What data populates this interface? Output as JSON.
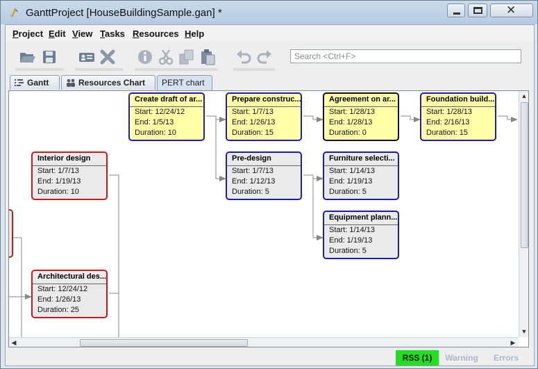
{
  "window": {
    "title": "GanttProject [HouseBuildingSample.gan] *"
  },
  "menubar": [
    {
      "mnemonic": "P",
      "rest": "roject"
    },
    {
      "mnemonic": "E",
      "rest": "dit"
    },
    {
      "mnemonic": "V",
      "rest": "iew"
    },
    {
      "mnemonic": "T",
      "rest": "asks"
    },
    {
      "mnemonic": "R",
      "rest": "esources"
    },
    {
      "mnemonic": "H",
      "rest": "elp"
    }
  ],
  "toolbar": {
    "icons": [
      "open-icon",
      "save-icon",
      "new-resource-icon",
      "delete-icon",
      "properties-icon",
      "cut-icon",
      "copy-icon",
      "paste-icon",
      "undo-icon",
      "redo-icon"
    ],
    "search_placeholder": "Search <Ctrl+F>"
  },
  "tabs": [
    {
      "label": "Gantt"
    },
    {
      "label": "Resources Chart"
    },
    {
      "label": "PERT chart"
    }
  ],
  "pert": {
    "nodes": [
      {
        "name": "Create draft of ar...",
        "start": "Start: 12/24/12",
        "end": "End: 1/5/13",
        "duration": "Duration: 10"
      },
      {
        "name": "Prepare construc...",
        "start": "Start: 1/7/13",
        "end": "End: 1/26/13",
        "duration": "Duration: 15"
      },
      {
        "name": "Agreement on ar...",
        "start": "Start: 1/28/13",
        "end": "End: 1/28/13",
        "duration": "Duration: 0"
      },
      {
        "name": "Foundation build...",
        "start": "Start: 1/28/13",
        "end": "End: 2/16/13",
        "duration": "Duration: 15"
      },
      {
        "name": "Pre-design",
        "start": "Start: 1/7/13",
        "end": "End: 1/12/13",
        "duration": "Duration: 5"
      },
      {
        "name": "Furniture selecti...",
        "start": "Start: 1/14/13",
        "end": "End: 1/19/13",
        "duration": "Duration: 5"
      },
      {
        "name": "Equipment plann...",
        "start": "Start: 1/14/13",
        "end": "End: 1/19/13",
        "duration": "Duration: 5"
      },
      {
        "name": "Interior design",
        "start": "Start: 1/7/13",
        "end": "End: 1/19/13",
        "duration": "Duration: 10"
      },
      {
        "name": "Architectural des...",
        "start": "Start: 12/24/12",
        "end": "End: 1/26/13",
        "duration": "Duration: 25"
      }
    ]
  },
  "statusbar": {
    "rss": "RSS (1)",
    "warning": "Warning",
    "errors": "Errors",
    "rss_color": "#22dd22"
  }
}
